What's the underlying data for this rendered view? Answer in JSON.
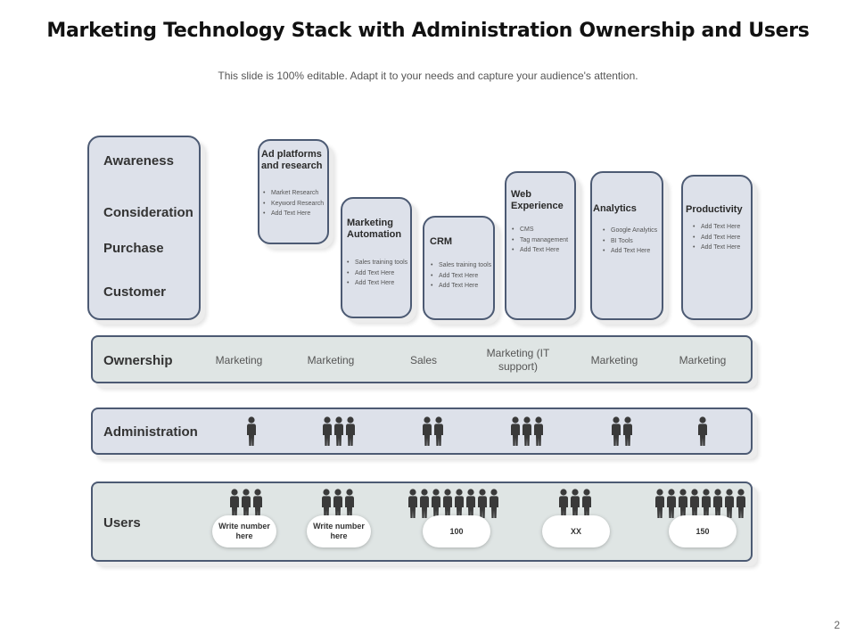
{
  "title": "Marketing Technology Stack with Administration Ownership and Users",
  "subtitle": "This slide is 100% editable. Adapt it to your needs and capture your audience's attention.",
  "page_number": "2",
  "stages": [
    "Awareness",
    "Consideration",
    "Purchase",
    "Customer"
  ],
  "tools": [
    {
      "title": "Ad platforms and research",
      "items": [
        "Market Research",
        "Keyword Research",
        "Add Text Here"
      ]
    },
    {
      "title": "Marketing Automation",
      "items": [
        "Sales training tools",
        "Add Text Here",
        "Add Text Here"
      ]
    },
    {
      "title": "CRM",
      "items": [
        "Sales training tools",
        "Add Text Here",
        "Add Text Here"
      ]
    },
    {
      "title": "Web Experience",
      "items": [
        "CMS",
        "Tag management",
        "Add Text Here"
      ]
    },
    {
      "title": "Analytics",
      "items": [
        "Google Analytics",
        "BI Tools",
        "Add Text Here"
      ]
    },
    {
      "title": "Productivity",
      "items": [
        "Add Text Here",
        "Add Text Here",
        "Add Text Here"
      ]
    }
  ],
  "ownership": {
    "label": "Ownership",
    "cells": [
      "Marketing",
      "Marketing",
      "Sales",
      "Marketing (IT support)",
      "Marketing",
      "Marketing"
    ]
  },
  "administration": {
    "label": "Administration",
    "people_counts": [
      1,
      3,
      2,
      3,
      2,
      1
    ]
  },
  "users": {
    "label": "Users",
    "groups": [
      {
        "people": 3,
        "value": "Write number here"
      },
      {
        "people": 3,
        "value": "Write number here"
      },
      {
        "people": 8,
        "value": "100"
      },
      {
        "people": 3,
        "value": "XX"
      },
      {
        "people": 8,
        "value": "150"
      }
    ]
  },
  "colors": {
    "card_fill": "#dde1ea",
    "card_border": "#4c5a73",
    "ownership_fill": "#dfe5e4",
    "users_fill": "#dfe5e4",
    "person_icon": "#3a3a3a"
  },
  "icons": {
    "person": "person-icon"
  }
}
